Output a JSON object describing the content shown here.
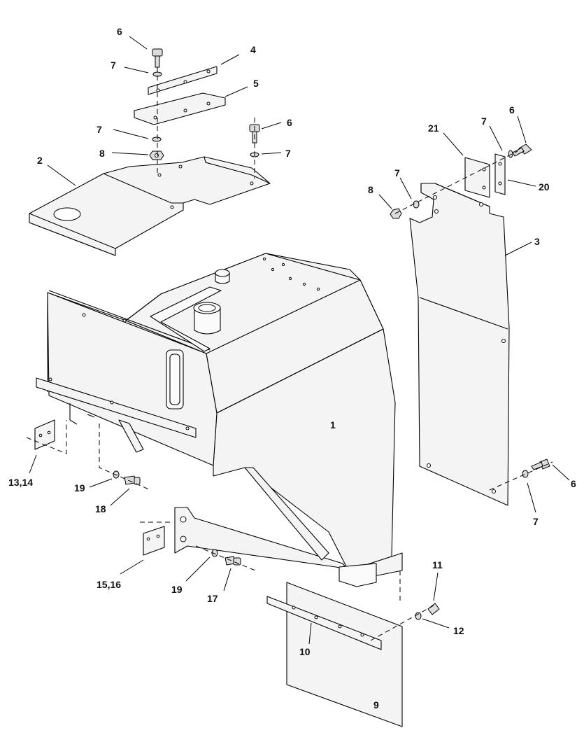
{
  "callouts": [
    {
      "id": "c1",
      "text": "1"
    },
    {
      "id": "c2",
      "text": "2"
    },
    {
      "id": "c3",
      "text": "3"
    },
    {
      "id": "c4",
      "text": "4"
    },
    {
      "id": "c5",
      "text": "5"
    },
    {
      "id": "c6a",
      "text": "6"
    },
    {
      "id": "c6b",
      "text": "6"
    },
    {
      "id": "c6c",
      "text": "6"
    },
    {
      "id": "c6d",
      "text": "6"
    },
    {
      "id": "c7a",
      "text": "7"
    },
    {
      "id": "c7b",
      "text": "7"
    },
    {
      "id": "c7c",
      "text": "7"
    },
    {
      "id": "c7d",
      "text": "7"
    },
    {
      "id": "c7e",
      "text": "7"
    },
    {
      "id": "c7f",
      "text": "7"
    },
    {
      "id": "c8a",
      "text": "8"
    },
    {
      "id": "c8b",
      "text": "8"
    },
    {
      "id": "c9",
      "text": "9"
    },
    {
      "id": "c10",
      "text": "10"
    },
    {
      "id": "c11",
      "text": "11"
    },
    {
      "id": "c12",
      "text": "12"
    },
    {
      "id": "c1314",
      "text": "13,14"
    },
    {
      "id": "c1516",
      "text": "15,16"
    },
    {
      "id": "c17",
      "text": "17"
    },
    {
      "id": "c18",
      "text": "18"
    },
    {
      "id": "c19a",
      "text": "19"
    },
    {
      "id": "c19b",
      "text": "19"
    },
    {
      "id": "c20",
      "text": "20"
    },
    {
      "id": "c21",
      "text": "21"
    }
  ]
}
